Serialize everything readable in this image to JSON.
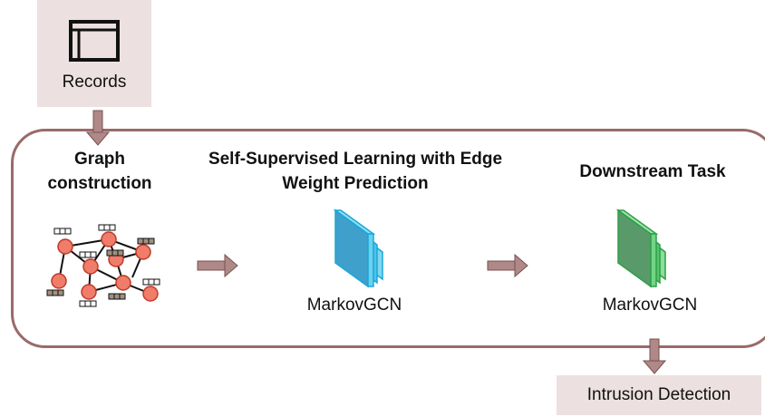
{
  "input": {
    "label": "Records",
    "icon": "table-icon"
  },
  "stages": [
    {
      "title": "Graph construction",
      "icon": "graph-icon"
    },
    {
      "title": "Self-Supervised Learning with Edge Weight Prediction",
      "model_label": "MarkovGCN",
      "color": "#4fc3e8"
    },
    {
      "title": "Downstream Task",
      "model_label": "MarkovGCN",
      "color": "#3fb65a"
    }
  ],
  "output": {
    "label": "Intrusion Detection"
  },
  "colors": {
    "box_fill": "#ece0e0",
    "frame": "#9a6a6a",
    "arrow": "#b08888",
    "node": "#ef7d6a"
  }
}
